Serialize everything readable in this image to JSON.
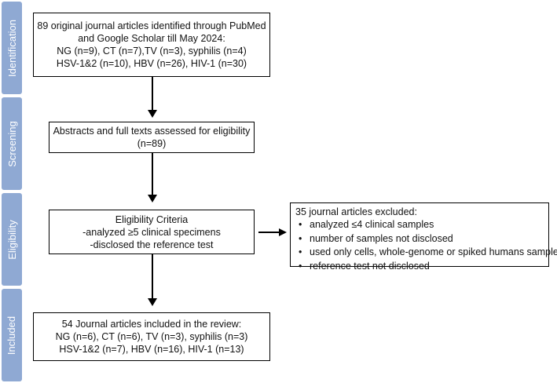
{
  "phases": {
    "identification": "Identification",
    "screening": "Screening",
    "eligibility": "Eligibility",
    "included": "Included"
  },
  "identification_box": {
    "lines": [
      "89 original journal articles identified through PubMed",
      "and Google Scholar till May 2024:",
      "NG (n=9), CT (n=7),TV (n=3), syphilis (n=4)",
      "HSV-1&2 (n=10), HBV (n=26), HIV-1 (n=30)"
    ]
  },
  "screening_box": {
    "lines": [
      "Abstracts and full texts assessed for eligibility",
      "(n=89)"
    ]
  },
  "eligibility_box": {
    "lines": [
      "Eligibility Criteria",
      "-analyzed ≥5 clinical specimens",
      "-disclosed the reference test"
    ]
  },
  "excluded_box": {
    "title": "35 journal articles excluded:",
    "items": [
      "analyzed ≤4 clinical samples",
      "number of samples not disclosed",
      "used only cells, whole-genome or spiked humans samples",
      "reference test not disclosed"
    ]
  },
  "included_box": {
    "lines": [
      "54 Journal articles included in the review:",
      "NG (n=6), CT (n=6), TV (n=3), syphilis (n=3)",
      "HSV-1&2 (n=7), HBV (n=16), HIV-1 (n=13)"
    ]
  }
}
